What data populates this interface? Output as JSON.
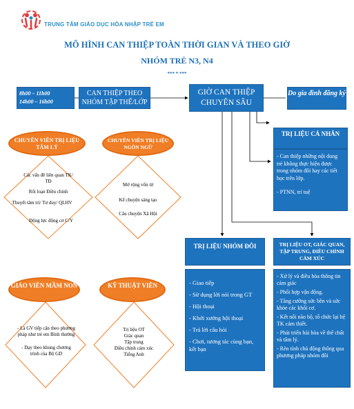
{
  "header": {
    "org_name": "TRUNG TÂM GIÁO DỤC HÒA NHẬP TRẺ EM",
    "title_line1": "MÔ HÌNH CAN THIỆP TOÀN THỜI GIAN VÀ THEO GIỜ",
    "title_line2": "NHÓM TRẺ N3, N4",
    "stars": "*** * ***"
  },
  "top_row": {
    "time_line1": "8h00 – 11h00",
    "time_line2": "14h00 – 16h00",
    "group_class": "CAN THIỆP THEO NHÓM TẬP THỂ/LỚP",
    "specialist_hours": "GIỜ CAN THIỆP CHUYÊN SÂU",
    "family_register": "Do gia đình đăng ký"
  },
  "left_diagrams": [
    {
      "title": "CHUYÊN VIÊN TRỊ LIỆU TÂM LÝ",
      "items": [
        "Các vấn đề liên quan TK/ TĐ",
        "Rối loạn Điều chỉnh",
        "Thuyết tâm trí/ Tư duy/ QLHV",
        "Động lực động cơ C/Y"
      ]
    },
    {
      "title": "CHUYÊN VIÊN TRỊ LIỆU NGÔN NGỮ",
      "items": [
        "Mở rộng vốn từ",
        "Kể chuyện sáng tạo",
        "Câu chuyện Xã Hội"
      ]
    },
    {
      "title": "GIÁO VIÊN MẦM NON",
      "items": [
        "- Là GV tiếp cận theo phương pháp như trẻ em Bình thường",
        "- Dạy theo khung chương trình của Bộ GD"
      ]
    },
    {
      "title": "KỸ THUẬT VIÊN",
      "items": [
        "Trị liệu OT",
        "Giác quan",
        "Tập trung",
        "Điều chỉnh cảm xúc",
        "Tiếng Anh"
      ]
    }
  ],
  "individual": {
    "title": "TRỊ LIỆU CÁ NHÂN",
    "items": [
      "- Can thiệp những nội dung trẻ không thực hiện được trong nhóm đôi hay các tiết học trên lớp.",
      "- PTNN, trí tuệ"
    ]
  },
  "pair_group": {
    "title": "TRỊ LIỆU NHÓM ĐÔI",
    "items": [
      "- Giao tiếp",
      "- Sử dụng lời nói trong GT",
      "- Hội thoại",
      "- Khởi xướng hội thoại",
      "- Trả lời câu hỏi",
      "- Chơi, tương tác cùng bạn, kết bạn"
    ]
  },
  "ot_group": {
    "title": "TRỊ LIỆU OT, GIÁC QUAN, TẬP TRUNG, ĐIỀU CHỈNH CẢM XÚC",
    "items": [
      "- Xử lý và điều hòa thông tin cảm giác",
      "- Phối hợp vận động.",
      "- Tăng cường sức bền và sức khỏe các khối cơ.",
      "- Kết nối não bộ, tổ chức lại hệ TK cảm thiết.",
      "- Phát triển hài hòa về thể chất và tâm lý.",
      "- Rèn tính chủ động thông qua phương pháp nhóm đôi"
    ]
  },
  "colors": {
    "blue": "#1e73be",
    "orange": "#f07e26",
    "title_blue": "#1d6fb5"
  }
}
